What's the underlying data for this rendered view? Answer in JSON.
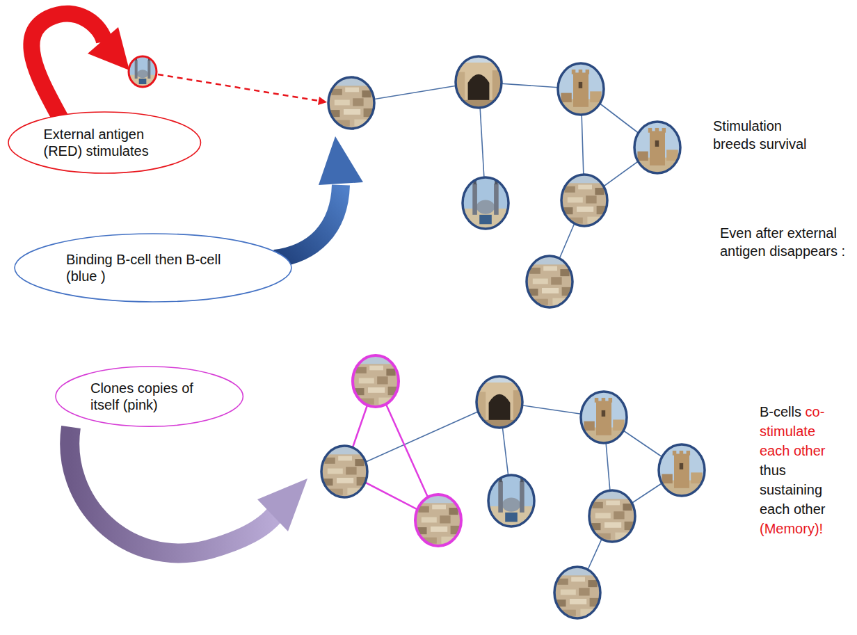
{
  "diagram": {
    "nodes": [
      {
        "text": [
          "External antigen (RED) stimulates"
        ]
      },
      {
        "text": [
          "Binding B-cell then B-cell (blue )"
        ]
      },
      {
        "text": [
          "Clones copies of itself (pink)"
        ]
      }
    ],
    "labels": [
      "Stimulation breeds survival",
      "Even after external antigen disappears :",
      "B-cells",
      "co-stimulate each other",
      "thus sustaining each other",
      "(Memory)!"
    ]
  }
}
